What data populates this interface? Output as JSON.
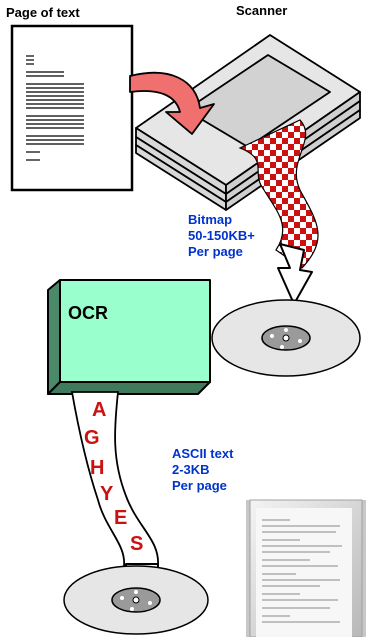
{
  "labels": {
    "page_of_text": "Page of text",
    "scanner": "Scanner",
    "ocr": "OCR",
    "bitmap_lines": [
      "Bitmap",
      "50-150KB+",
      "Per page"
    ],
    "ascii_lines": [
      "ASCII text",
      "2-3KB",
      "Per page"
    ],
    "ribbon_text": "AGHYES"
  },
  "colors": {
    "ocr_box": "#99ffcc",
    "arrow_red": "#f07070",
    "label_blue": "#0033cc",
    "ribbon_red": "#cc1111"
  }
}
